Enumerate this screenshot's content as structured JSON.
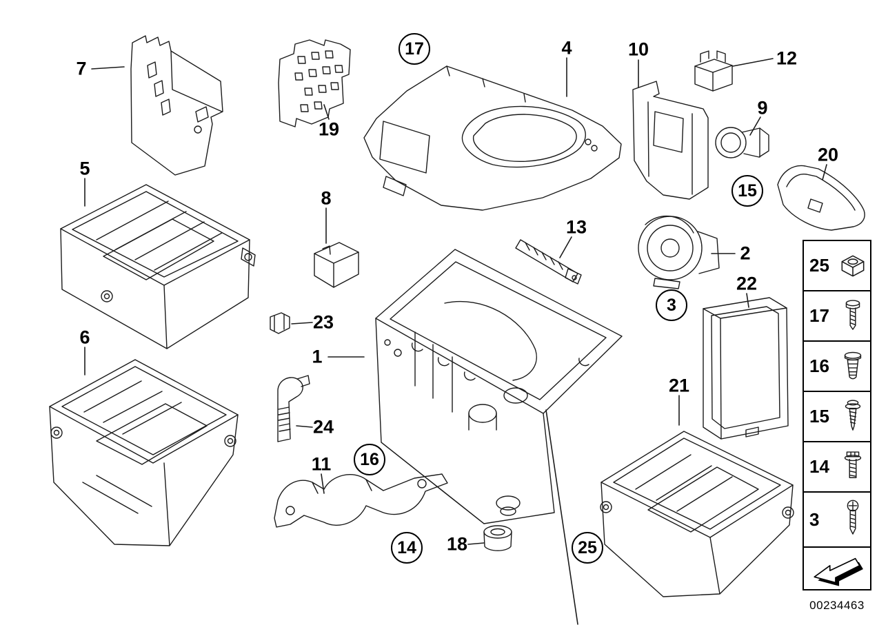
{
  "callouts": {
    "plain": {
      "n1": "1",
      "n2": "2",
      "n4": "4",
      "n5": "5",
      "n6": "6",
      "n7": "7",
      "n8": "8",
      "n9": "9",
      "n10": "10",
      "n11": "11",
      "n12": "12",
      "n13": "13",
      "n18": "18",
      "n19": "19",
      "n20": "20",
      "n21": "21",
      "n22": "22",
      "n23": "23",
      "n24": "24"
    },
    "circled": {
      "n3": "3",
      "n14": "14",
      "n15": "15",
      "n16": "16",
      "n17": "17",
      "n25": "25"
    }
  },
  "legend": {
    "items": [
      {
        "number": "25",
        "icon": "square-nut"
      },
      {
        "number": "17",
        "icon": "torx-screw"
      },
      {
        "number": "16",
        "icon": "expansion-plug"
      },
      {
        "number": "15",
        "icon": "self-tapping-screw"
      },
      {
        "number": "14",
        "icon": "hex-flange-screw"
      },
      {
        "number": "3",
        "icon": "phillips-screw"
      }
    ]
  },
  "footer": {
    "image_id": "00234463"
  }
}
